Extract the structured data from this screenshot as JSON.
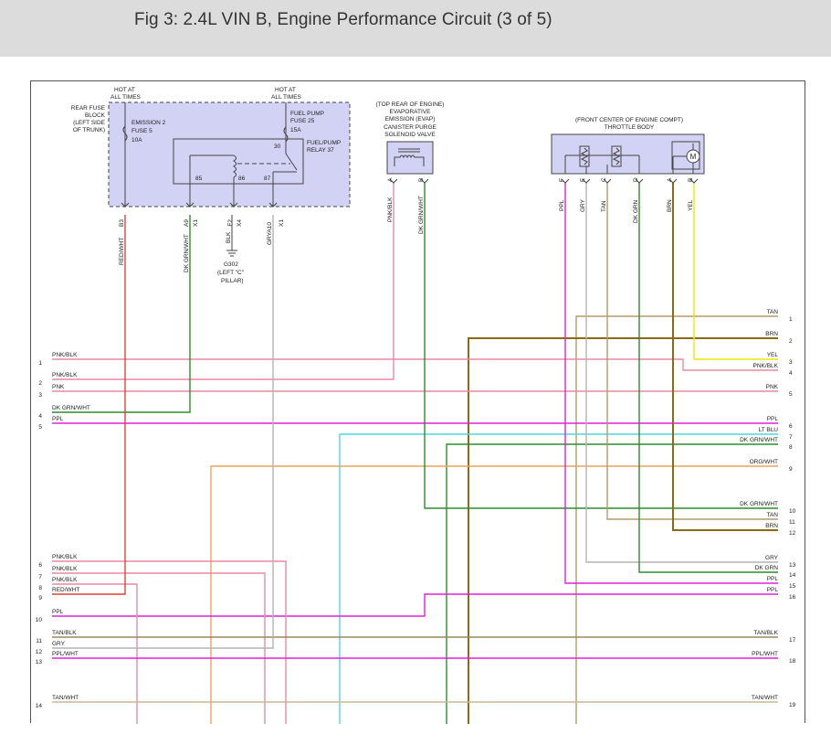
{
  "header": {
    "title": "Fig 3: 2.4L VIN B, Engine Performance Circuit (3 of 5)"
  },
  "colors": {
    "header_bg": "#dcdcdc",
    "module_fill": "#d2d2f4",
    "wire_tan": "#b59a6a",
    "wire_brn": "#8a6a14",
    "wire_yel": "#f3e600",
    "wire_pnk": "#e88aa4",
    "wire_red": "#e0413a",
    "wire_dkgrn": "#2e8b2e",
    "wire_ppl": "#e020d8",
    "wire_ltblu": "#4fd8d8",
    "wire_org": "#e9a45a",
    "wire_gry": "#b4b4b4"
  },
  "fuse_block": {
    "hot1": [
      "HOT AT",
      "ALL TIMES"
    ],
    "hot2": [
      "HOT AT",
      "ALL TIMES"
    ],
    "title": [
      "REAR FUSE",
      "BLOCK",
      "(LEFT SIDE",
      "OF TRUNK)"
    ],
    "emission_fuse": [
      "EMISSION 2",
      "FUSE 5",
      "10A"
    ],
    "fuel_pump_fuse": [
      "FUEL PUMP",
      "FUSE 25",
      "15A"
    ],
    "relay": [
      "FUEL/PUMP",
      "RELAY 37"
    ],
    "relay_pins": [
      "30",
      "85",
      "86",
      "87"
    ],
    "connectors": [
      {
        "pin": "B3",
        "wire": "RED/WHT"
      },
      {
        "pin": "A9",
        "conn": "X1",
        "wire": "DK GRN/WHT"
      },
      {
        "pin": "F2",
        "conn": "X4",
        "wire": "BLK"
      },
      {
        "pin": "A10",
        "conn": "X1",
        "wire": "GRY"
      }
    ],
    "ground": [
      "G302",
      "(LEFT \"C\"",
      "PILLAR)"
    ]
  },
  "evap": {
    "title": [
      "(TOP REAR OF ENGINE)",
      "EVAPORATIVE",
      "EMISSION (EVAP)",
      "CANISTER PURGE",
      "SOLENOID VALVE"
    ],
    "pins": [
      {
        "pin": "A",
        "wire": "PNK/BLK"
      },
      {
        "pin": "B",
        "wire": "DK GRN/WHT"
      }
    ]
  },
  "throttle": {
    "title": [
      "(FRONT CENTER OF ENGINE COMPT)",
      "THROTTLE BODY"
    ],
    "motor_label": "M",
    "pins": [
      {
        "pin": "F",
        "wire": "PPL"
      },
      {
        "pin": "E",
        "wire": "GRY"
      },
      {
        "pin": "C",
        "wire": "TAN"
      },
      {
        "pin": "D",
        "wire": "DK GRN"
      },
      {
        "pin": "A",
        "wire": "BRN"
      },
      {
        "pin": "B",
        "wire": "YEL"
      }
    ]
  },
  "left_terminals": [
    {
      "num": "1",
      "label": "PNK/BLK"
    },
    {
      "num": "2",
      "label": "PNK/BLK"
    },
    {
      "num": "3",
      "label": "PNK"
    },
    {
      "num": "4",
      "label": "DK GRN/WHT"
    },
    {
      "num": "5",
      "label": "PPL"
    },
    {
      "num": "6",
      "label": "PNK/BLK"
    },
    {
      "num": "7",
      "label": "PNK/BLK"
    },
    {
      "num": "8",
      "label": "PNK/BLK"
    },
    {
      "num": "9",
      "label": "RED/WHT"
    },
    {
      "num": "10",
      "label": "PPL"
    },
    {
      "num": "11",
      "label": "TAN/BLK"
    },
    {
      "num": "12",
      "label": "GRY"
    },
    {
      "num": "13",
      "label": "PPL/WHT"
    },
    {
      "num": "14",
      "label": "TAN/WHT"
    }
  ],
  "right_terminals": [
    {
      "num": "1",
      "label": "TAN"
    },
    {
      "num": "2",
      "label": "BRN"
    },
    {
      "num": "3",
      "label": "YEL"
    },
    {
      "num": "4",
      "label": "PNK/BLK"
    },
    {
      "num": "5",
      "label": "PNK"
    },
    {
      "num": "6",
      "label": "PPL"
    },
    {
      "num": "7",
      "label": "LT BLU"
    },
    {
      "num": "8",
      "label": "DK GRN/WHT"
    },
    {
      "num": "9",
      "label": "ORG/WHT"
    },
    {
      "num": "10",
      "label": "DK GRN/WHT"
    },
    {
      "num": "11",
      "label": "TAN"
    },
    {
      "num": "12",
      "label": "BRN"
    },
    {
      "num": "13",
      "label": "GRY"
    },
    {
      "num": "14",
      "label": "DK GRN"
    },
    {
      "num": "15",
      "label": "PPL"
    },
    {
      "num": "16",
      "label": "PPL"
    },
    {
      "num": "17",
      "label": "TAN/BLK"
    },
    {
      "num": "18",
      "label": "PPL/WHT"
    },
    {
      "num": "19",
      "label": "TAN/WHT"
    }
  ]
}
